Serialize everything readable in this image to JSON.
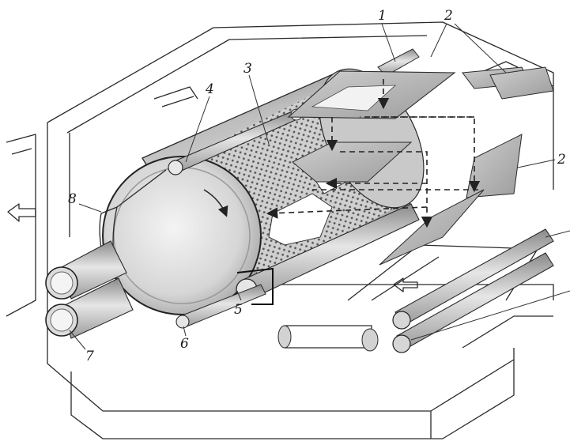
{
  "labels": {
    "l1": "1",
    "l2a": "2",
    "l2b": "2",
    "l3": "3",
    "l4": "4",
    "l5": "5",
    "l6": "6",
    "l7": "7",
    "l8": "8"
  },
  "colors": {
    "drum_light": "#e9e9e9",
    "drum_dark": "#8e8e8e",
    "sheet": "#b4b4b4",
    "roller": "#c8c8c8"
  }
}
